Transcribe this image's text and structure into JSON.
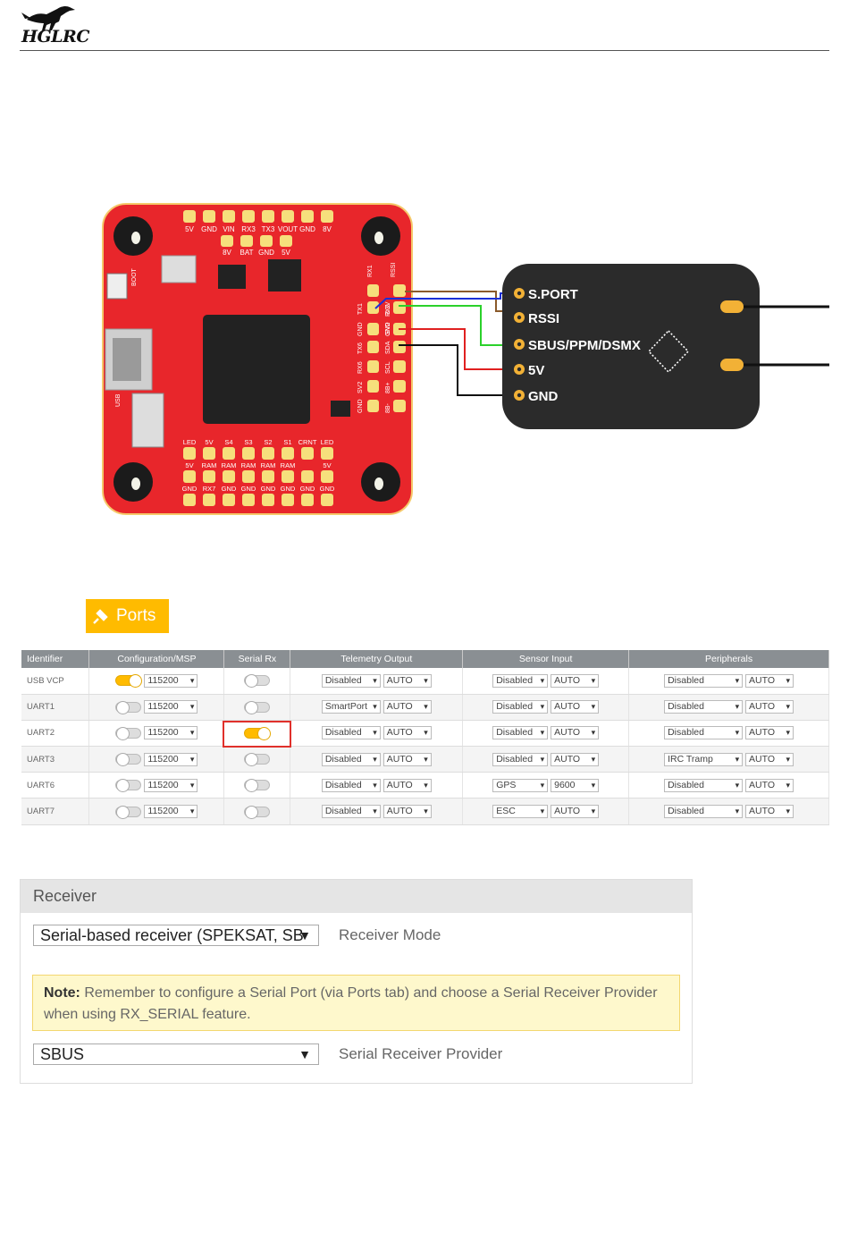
{
  "header": {
    "logo_text": "HGLRC"
  },
  "fc_board": {
    "top_pads": [
      "5V",
      "GND",
      "VIN",
      "RX3",
      "TX3",
      "VOUT",
      "GND",
      "8V"
    ],
    "top_pads_row2": [
      "8V",
      "BAT",
      "GND",
      "5V"
    ],
    "boot_label": "BOOT",
    "usb_label": "USB",
    "side_labels": [
      "RX1",
      "RSSI"
    ],
    "right_col_a": [
      "TX1",
      "GND",
      "TX6",
      "RX6",
      "SV2",
      "GND"
    ],
    "right_col_b": [
      "3.3V",
      "GND",
      "SDA",
      "SCL",
      "8B+",
      "8B-"
    ],
    "right_col_c": [
      "RX2",
      "SV2"
    ],
    "bottom_row1": [
      "LED",
      "5V",
      "S4",
      "S3",
      "S2",
      "S1",
      "CRNT",
      "LED"
    ],
    "bottom_row2": [
      "5V",
      "RAM",
      "RAM",
      "RAM",
      "RAM",
      "RAM",
      "5V"
    ],
    "bottom_row3": [
      "GND",
      "RX7",
      "GND",
      "GND",
      "GND",
      "GND",
      "GND",
      "GND"
    ]
  },
  "receiver_module": {
    "pins": [
      "S.PORT",
      "RSSI",
      "SBUS/PPM/DSMX",
      "5V",
      "GND"
    ]
  },
  "ports": {
    "tab_label": "Ports",
    "columns": [
      "Identifier",
      "Configuration/MSP",
      "Serial Rx",
      "Telemetry Output",
      "Sensor Input",
      "Peripherals"
    ],
    "rows": [
      {
        "id": "USB VCP",
        "msp_on": true,
        "baud": "115200",
        "rx_on": false,
        "tel": "Disabled",
        "tel_baud": "AUTO",
        "sens": "Disabled",
        "sens_baud": "AUTO",
        "per": "Disabled",
        "per_baud": "AUTO"
      },
      {
        "id": "UART1",
        "msp_on": false,
        "baud": "115200",
        "rx_on": false,
        "tel": "SmartPort",
        "tel_baud": "AUTO",
        "sens": "Disabled",
        "sens_baud": "AUTO",
        "per": "Disabled",
        "per_baud": "AUTO"
      },
      {
        "id": "UART2",
        "msp_on": false,
        "baud": "115200",
        "rx_on": true,
        "tel": "Disabled",
        "tel_baud": "AUTO",
        "sens": "Disabled",
        "sens_baud": "AUTO",
        "per": "Disabled",
        "per_baud": "AUTO"
      },
      {
        "id": "UART3",
        "msp_on": false,
        "baud": "115200",
        "rx_on": false,
        "tel": "Disabled",
        "tel_baud": "AUTO",
        "sens": "Disabled",
        "sens_baud": "AUTO",
        "per": "IRC Tramp",
        "per_baud": "AUTO"
      },
      {
        "id": "UART6",
        "msp_on": false,
        "baud": "115200",
        "rx_on": false,
        "tel": "Disabled",
        "tel_baud": "AUTO",
        "sens": "GPS",
        "sens_baud": "9600",
        "per": "Disabled",
        "per_baud": "AUTO"
      },
      {
        "id": "UART7",
        "msp_on": false,
        "baud": "115200",
        "rx_on": false,
        "tel": "Disabled",
        "tel_baud": "AUTO",
        "sens": "ESC",
        "sens_baud": "AUTO",
        "per": "Disabled",
        "per_baud": "AUTO"
      }
    ]
  },
  "receiver": {
    "title": "Receiver",
    "mode_value": "Serial-based receiver (SPEKSAT, SBUS, SUMD)",
    "mode_label": "Receiver Mode",
    "note_bold": "Note:",
    "note_text": " Remember to configure a Serial Port (via Ports tab) and choose a Serial Receiver Provider when using RX_SERIAL feature.",
    "provider_value": "SBUS",
    "provider_label": "Serial Receiver Provider"
  },
  "colors": {
    "accent": "#ffbb00",
    "board": "#e8262b",
    "highlight": "#e0302b",
    "rx_module": "#2b2b2b"
  }
}
